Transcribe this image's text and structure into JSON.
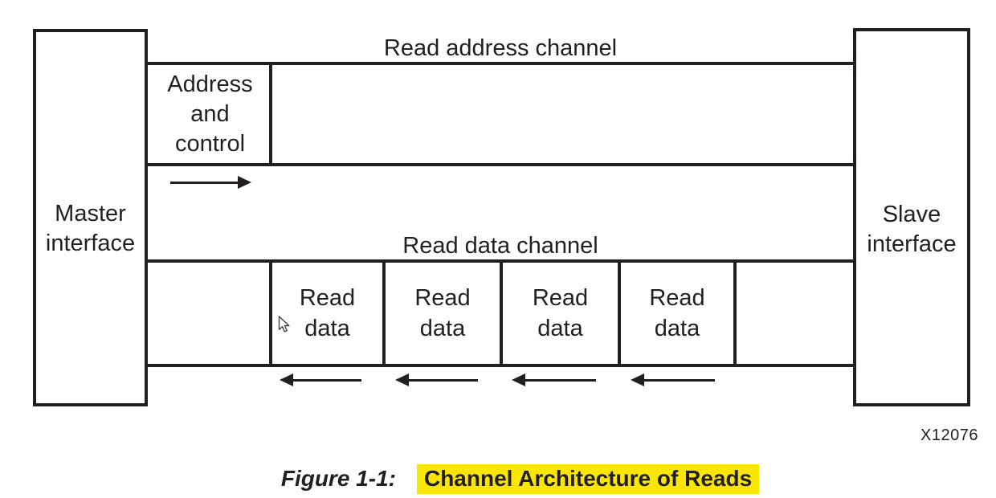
{
  "colors": {
    "ink": "#231f20",
    "highlight": "#fae606",
    "background": "#ffffff"
  },
  "diagram": {
    "master_label": "Master\ninterface",
    "slave_label": "Slave\ninterface",
    "read_address_channel": {
      "title": "Read address channel",
      "payload_label": "Address\nand\ncontrol",
      "direction": "master-to-slave"
    },
    "read_data_channel": {
      "title": "Read data channel",
      "direction": "slave-to-master",
      "boxes": [
        {
          "label": "Read\ndata"
        },
        {
          "label": "Read\ndata"
        },
        {
          "label": "Read\ndata"
        },
        {
          "label": "Read\ndata"
        }
      ]
    },
    "part_number": "X12076"
  },
  "caption": {
    "prefix": "Figure 1-1:",
    "title": "Channel Architecture of Reads"
  }
}
